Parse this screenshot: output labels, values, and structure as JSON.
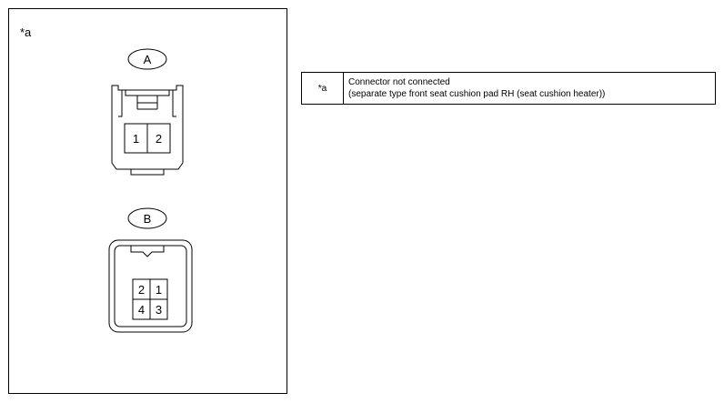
{
  "figure": {
    "panel_label": "*a",
    "connector_a": {
      "label": "A",
      "pins": [
        "1",
        "2"
      ]
    },
    "connector_b": {
      "label": "B",
      "pins": [
        "2",
        "1",
        "4",
        "3"
      ]
    }
  },
  "legend": {
    "key": "*a",
    "line1": "Connector not connected",
    "line2": "(separate type front seat cushion pad RH (seat cushion heater))"
  }
}
